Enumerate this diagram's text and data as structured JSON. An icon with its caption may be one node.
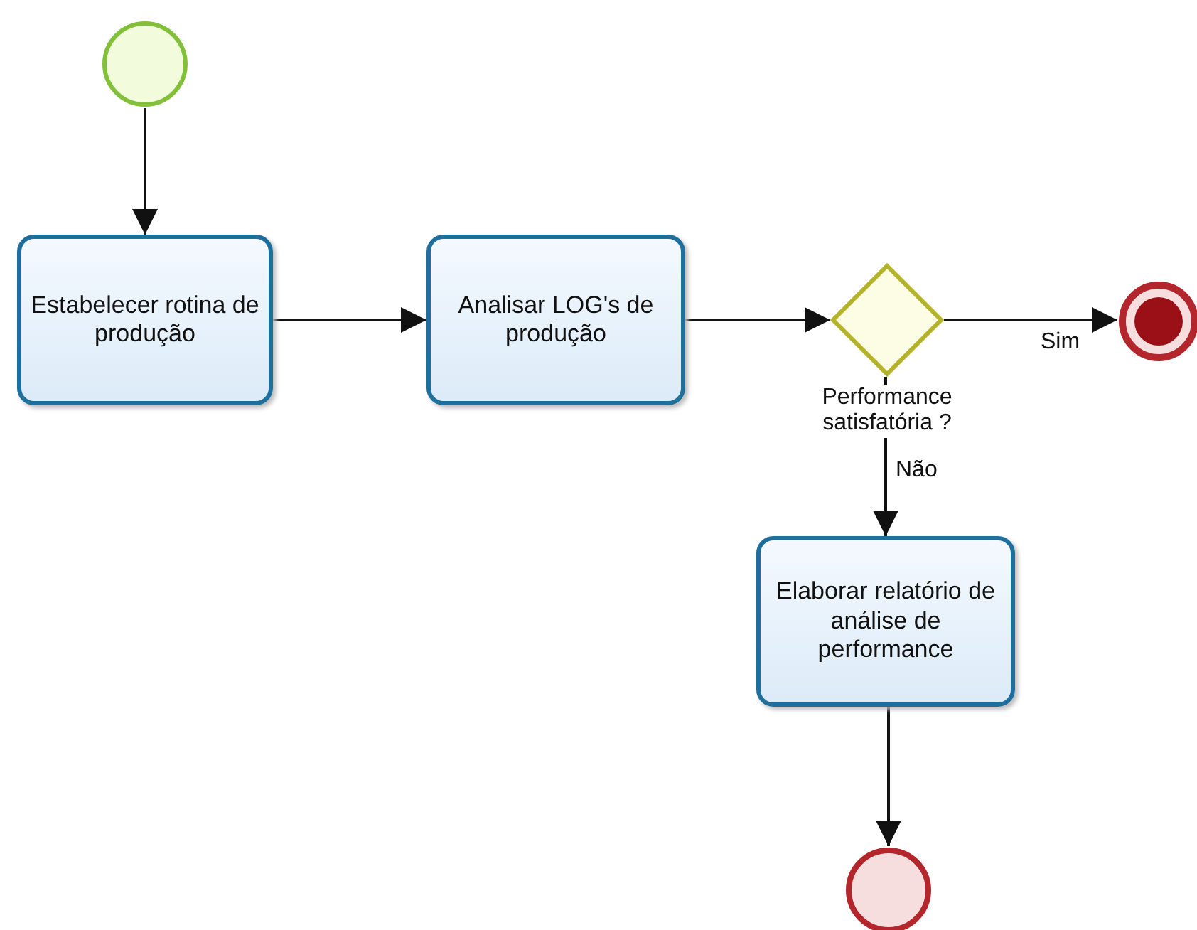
{
  "diagram": {
    "nodes": [
      {
        "text": [],
        "shape": "circle"
      },
      {
        "text": [
          "Estabelecer rotina de produção"
        ]
      },
      {
        "text": [
          "Analisar LOG's de produção"
        ]
      },
      {
        "text": [
          "Performance satisfatória ?"
        ]
      },
      {
        "text": [],
        "shape": "circle"
      },
      {
        "text": [
          "Elaborar relatório de análise de performance"
        ]
      },
      {
        "text": [],
        "shape": "circle"
      }
    ],
    "edges": [
      {
        "from": 0,
        "to": 1,
        "arrow": "to"
      },
      {
        "from": 1,
        "to": 2,
        "arrow": "to"
      },
      {
        "from": 2,
        "to": 3,
        "arrow": "to"
      },
      {
        "from": 3,
        "to": 4,
        "arrow": "to",
        "label": "Sim"
      },
      {
        "from": 3,
        "to": 5,
        "arrow": "to",
        "label": "Não"
      },
      {
        "from": 5,
        "to": 6,
        "arrow": "to"
      }
    ]
  }
}
